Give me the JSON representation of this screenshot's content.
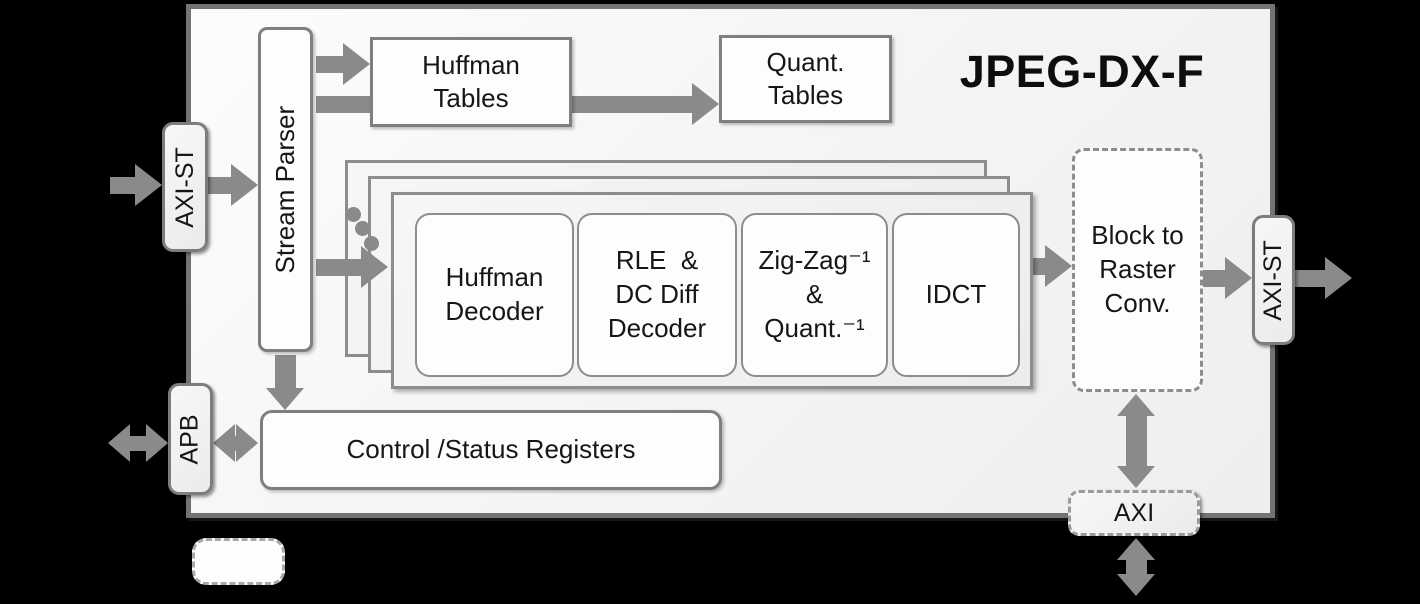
{
  "title": "JPEG-DX-F",
  "colors": {
    "background": "#000000",
    "frame_fill": "#f4f4f4",
    "frame_border": "#737373",
    "arrow": "#8a8a8a",
    "block_border": "#7f7f7f",
    "text": "#161616"
  },
  "ports": {
    "axi_st_in": {
      "label": "AXI-ST"
    },
    "apb": {
      "label": "APB"
    },
    "axi_st_out": {
      "label": "AXI-ST"
    },
    "axi": {
      "label": "AXI"
    }
  },
  "blocks": {
    "stream_parser": {
      "label": "Stream Parser"
    },
    "huffman_tables": {
      "lines": [
        "Huffman",
        "Tables"
      ]
    },
    "quant_tables": {
      "lines": [
        "Quant.",
        "Tables"
      ]
    },
    "huffman_decoder": {
      "lines": [
        "Huffman",
        "Decoder"
      ]
    },
    "rle_dc_diff_decoder": {
      "lines": [
        "RLE  &",
        "DC Diff",
        "Decoder"
      ]
    },
    "zigzag_inv_quant_inv": {
      "lines": [
        "Zig-Zag⁻¹",
        "&",
        "Quant.⁻¹"
      ]
    },
    "idct": {
      "label": "IDCT"
    },
    "block_to_raster_conv": {
      "lines": [
        "Block to",
        "Raster",
        "Conv."
      ]
    },
    "control_status_registers": {
      "label": "Control /Status Registers"
    }
  },
  "legend": {
    "optional_block_swatch": ""
  },
  "edges": [
    {
      "from": "external",
      "to": "axi_st_in",
      "type": "one-way"
    },
    {
      "from": "axi_st_in",
      "to": "stream_parser",
      "type": "one-way"
    },
    {
      "from": "stream_parser",
      "to": "huffman_tables",
      "type": "one-way"
    },
    {
      "from": "stream_parser",
      "to": "quant_tables",
      "type": "one-way"
    },
    {
      "from": "stream_parser",
      "to": "decoder_pipeline",
      "type": "one-way"
    },
    {
      "from": "stream_parser",
      "to": "control_status_registers",
      "type": "one-way"
    },
    {
      "from": "decoder_pipeline",
      "to": "block_to_raster_conv",
      "type": "one-way"
    },
    {
      "from": "block_to_raster_conv",
      "to": "axi_st_out",
      "type": "one-way"
    },
    {
      "from": "axi_st_out",
      "to": "external",
      "type": "one-way"
    },
    {
      "from": "external",
      "to": "apb",
      "type": "two-way"
    },
    {
      "from": "apb",
      "to": "control_status_registers",
      "type": "two-way"
    },
    {
      "from": "block_to_raster_conv",
      "to": "axi",
      "type": "two-way"
    },
    {
      "from": "axi",
      "to": "external",
      "type": "two-way"
    }
  ]
}
